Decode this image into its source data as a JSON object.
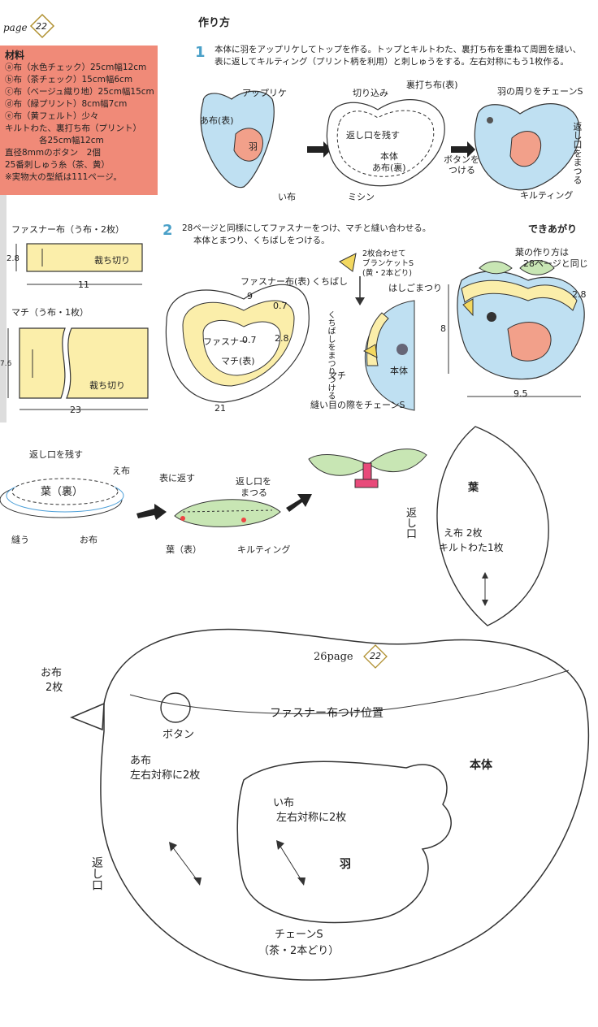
{
  "header": {
    "page_label": "page",
    "page_num": "22",
    "section_title": "作り方"
  },
  "materials": {
    "title": "材料",
    "lines": [
      "ⓐ布（水色チェック）25cm幅12cm",
      "ⓑ布（茶チェック）15cm幅6cm",
      "ⓒ布（ベージュ織り地）25cm幅15cm",
      "ⓓ布（緑プリント）8cm幅7cm",
      "ⓔ布（黄フェルト）少々",
      "キルトわた、裏打ち布（プリント）",
      "　　　　各25cm幅12cm",
      "直径8mmのボタン　2個",
      "25番刺しゅう糸（茶、黄）",
      "※実物大の型紙は111ページ。"
    ]
  },
  "step1": {
    "num": "1",
    "text_lines": [
      "本体に羽をアップリケしてトップを作る。トップとキルトわた、裏打ち布を重ねて周囲を縫い、",
      "表に返してキルティング（プリント柄を利用）と刺しゅうをする。左右対称にもう1枚作る。"
    ],
    "labels": {
      "applique": "アップリケ",
      "a_front_1": "あ布(表)",
      "wing": "羽",
      "i_fabric": "い布",
      "kirikomi": "切り込み",
      "backing": "裏打ち布(表)",
      "leave_opening": "返し口を残す",
      "body_a_back_1": "本体",
      "body_a_back_2": "あ布(裏)",
      "machine": "ミシン",
      "chain_around_wing": "羽の周りをチェーンS",
      "button_1": "ボタンを",
      "button_2": "つける",
      "close_opening": "返し口をまつる",
      "quilting": "キルティング"
    }
  },
  "zipper_piece": {
    "title": "ファスナー布（う布・2枚）",
    "height": "2.8",
    "width": "11",
    "cut": "裁ち切り"
  },
  "gusset_piece": {
    "title": "マチ（う布・1枚）",
    "height": "7.6",
    "width": "23",
    "cut": "裁ち切り"
  },
  "step2": {
    "num": "2",
    "text_lines": [
      "28ページと同様にしてファスナーをつけ、マチと縫い合わせる。",
      "本体とまつり、くちばしをつける。"
    ],
    "labels": {
      "zipper_fabric_front": "ファスナー布(表)",
      "nine": "9",
      "zero7a": "0.7",
      "zero7b": "0.7",
      "two8": "2.8",
      "zipper": "ファスナー",
      "gusset_front": "マチ(表)",
      "twentyone": "21",
      "beak_note_1": "2枚合わせて",
      "beak_note_2": "ブランケットS",
      "beak_note_3": "(黄・2本どり)",
      "beak": "くちばし",
      "edge_stitch": "はしごまつり",
      "attach_beak_1": "くちばしをまつりつける",
      "honntai": "本体",
      "machi": "マチ",
      "seam_chain": "縫い目の際をチェーンS"
    }
  },
  "finished": {
    "title": "できあがり",
    "leaf_note_1": "葉の作り方は",
    "leaf_note_2": "28ページと同じ",
    "height": "8",
    "width": "9.5",
    "top": "2.8"
  },
  "leaf_steps": {
    "leave_opening": "返し口を残す",
    "e_fabric": "え布",
    "leaf_back": "葉（裏）",
    "sew": "縫う",
    "o_fabric": "お布",
    "turn_out": "表に返す",
    "close_1": "返し口を",
    "close_2": "まつる",
    "leaf_front": "葉（表）",
    "quilting": "キルティング"
  },
  "leaf_pattern": {
    "title": "葉",
    "opening": "返し口",
    "note_1": "え布 2枚",
    "note_2": "キルトわた1枚"
  },
  "bird_pattern": {
    "page_ref": "26page",
    "page_num": "22",
    "o_note_1": "お布",
    "o_note_2": "2枚",
    "button": "ボタン",
    "zipper_line": "ファスナー布つけ位置",
    "body": "本体",
    "a_note_1": "あ布",
    "a_note_2": "左右対称に2枚",
    "i_note_1": "い布",
    "i_note_2": "左右対称に2枚",
    "wing": "羽",
    "opening": "返し口",
    "chain_1": "チェーンS",
    "chain_2": "（茶・2本どり）"
  },
  "colors": {
    "materials_bg": "#f08a78",
    "step_blue": "#4aa0c8",
    "fabric_blue": "#bfe0f2",
    "fabric_yellow": "#fbeeaa",
    "fabric_salmon": "#f2a08a",
    "leaf_green": "#c8e6b4"
  }
}
